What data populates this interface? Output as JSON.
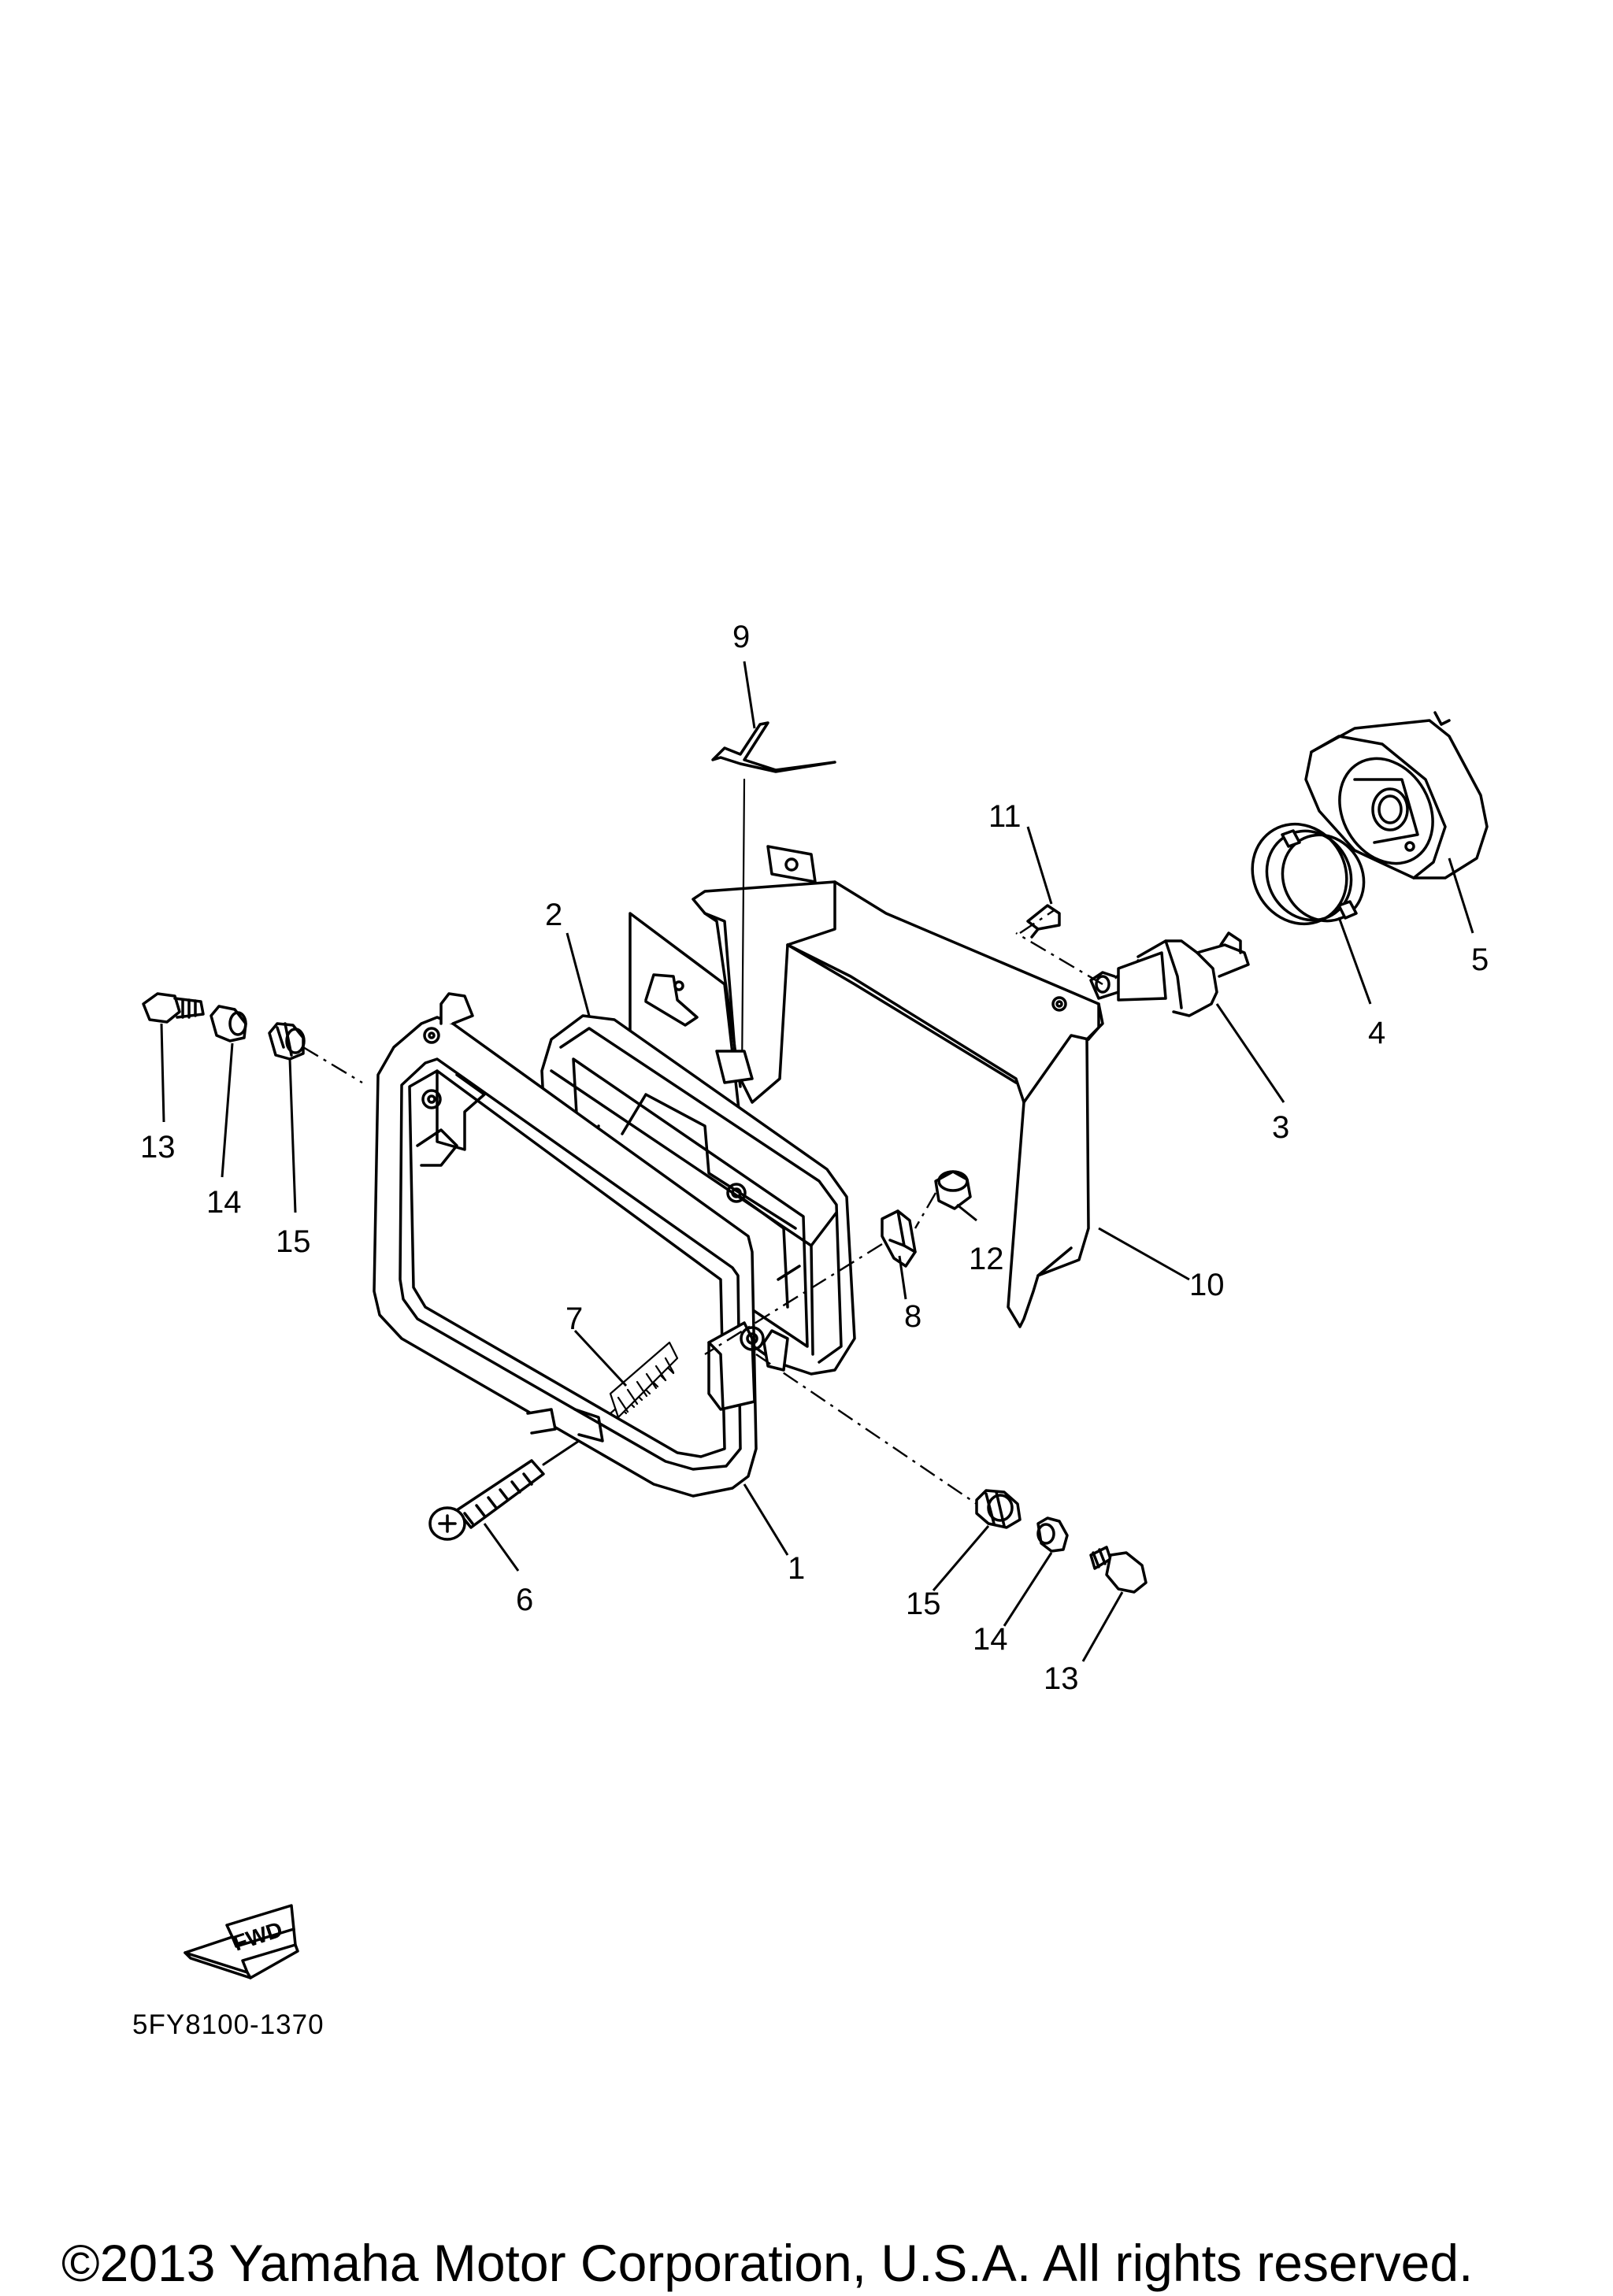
{
  "diagram": {
    "callouts": [
      "1",
      "2",
      "3",
      "4",
      "5",
      "6",
      "7",
      "8",
      "9",
      "10",
      "11",
      "12",
      "13",
      "14",
      "15",
      "15",
      "14",
      "13"
    ],
    "fwd_label": "FWD",
    "part_code": "5FY8100-1370",
    "copyright": "©2013 Yamaha Motor Corporation, U.S.A. All rights reserved."
  }
}
